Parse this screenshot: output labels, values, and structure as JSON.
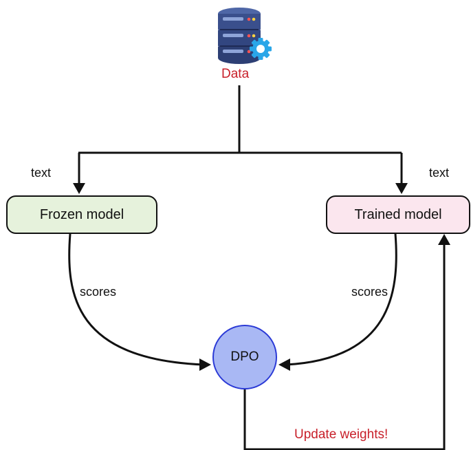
{
  "nodes": {
    "data": {
      "label": "Data",
      "icon": "database-gear-icon"
    },
    "frozen_model": {
      "label": "Frozen model"
    },
    "trained_model": {
      "label": "Trained model"
    },
    "dpo": {
      "label": "DPO"
    }
  },
  "edge_labels": {
    "text_left": "text",
    "text_right": "text",
    "scores_left": "scores",
    "scores_right": "scores",
    "update": "Update weights!"
  },
  "colors": {
    "frozen_fill": "#e6f2dc",
    "trained_fill": "#fbe6ee",
    "dpo_fill": "#a9b8f4",
    "dpo_stroke": "#2b3ad6",
    "accent_red": "#c8202a",
    "database_blue": "#3a4f8c",
    "gear_blue": "#2aa6e8"
  }
}
